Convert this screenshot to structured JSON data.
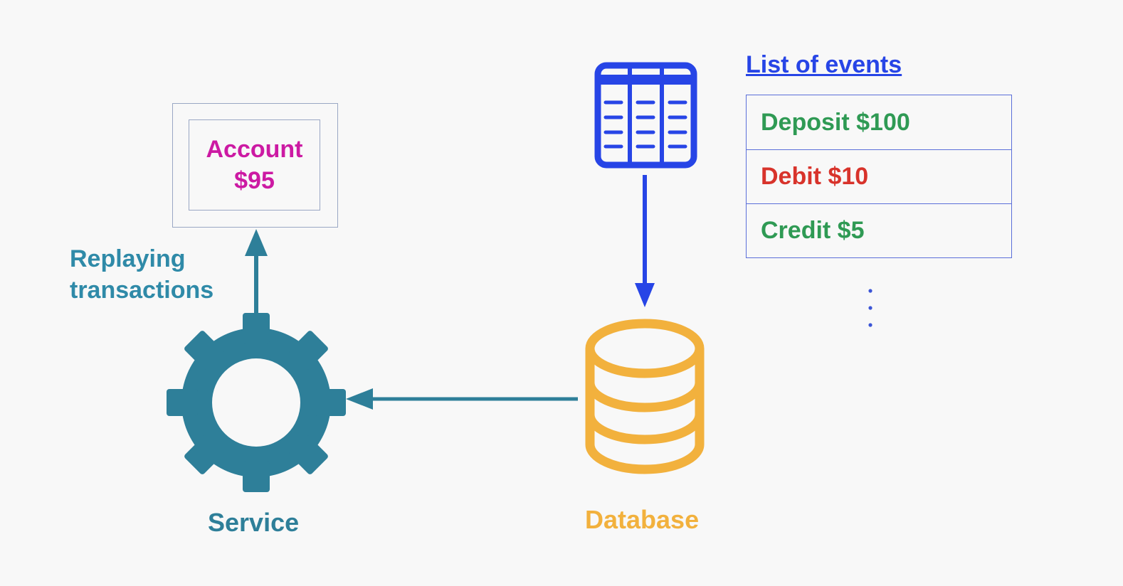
{
  "colors": {
    "teal": "#2e7f99",
    "label_teal": "#2f8aa8",
    "blue": "#2745e6",
    "orange": "#f2b13d",
    "magenta": "#cc1aa3",
    "green": "#2f9a54",
    "red": "#d8332b",
    "border": "#9aa7c4"
  },
  "service": {
    "label": "Service",
    "icon": "gear-icon"
  },
  "database": {
    "label": "Database",
    "icon": "database-icon"
  },
  "table_icon": {
    "icon": "table-icon"
  },
  "account": {
    "line1": "Account",
    "line2": "$95"
  },
  "replay": {
    "line1": "Replaying",
    "line2": "transactions"
  },
  "events": {
    "title": "List of events",
    "items": [
      {
        "label": "Deposit $100",
        "color": "#2f9a54"
      },
      {
        "label": "Debit $10",
        "color": "#d8332b"
      },
      {
        "label": "Credit $5",
        "color": "#2f9a54"
      }
    ],
    "more_indicator": "vertical-ellipsis"
  }
}
